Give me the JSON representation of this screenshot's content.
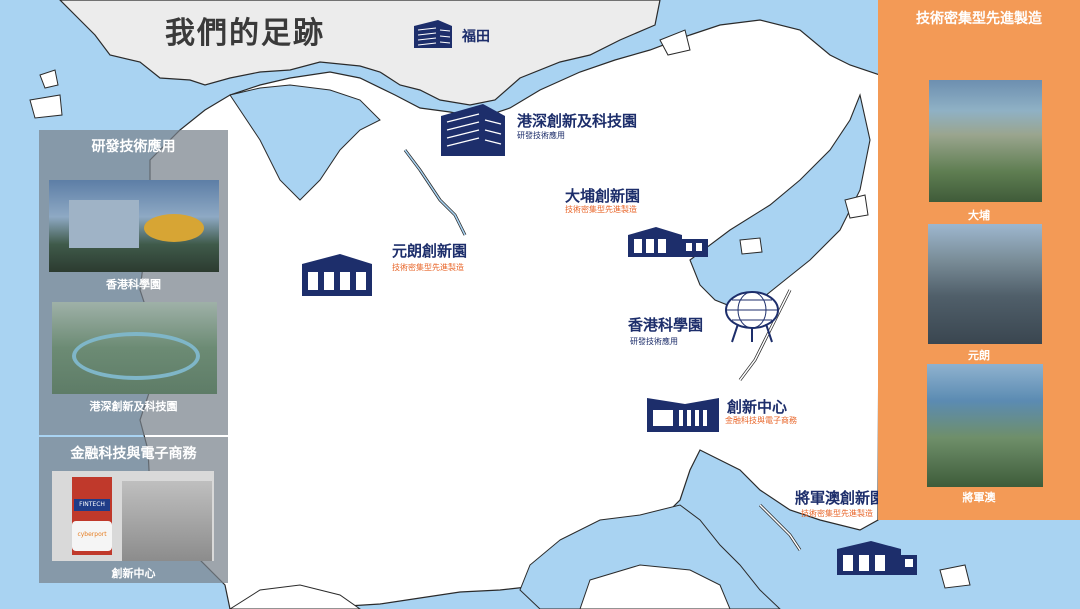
{
  "title": "我們的足跡",
  "colors": {
    "sea": "#a9d3f2",
    "land": "#ffffff",
    "north_land": "#ececec",
    "brand_navy": "#1d2e6b",
    "accent_orange": "#e8662a"
  },
  "sites": {
    "futian": {
      "name": "福田",
      "icon": "building-icon"
    },
    "hksz": {
      "name": "港深創新及科技園",
      "sub": "研發技術應用",
      "icon": "building-icon"
    },
    "taipo": {
      "name": "大埔創新園",
      "sub": "技術密集型先進製造",
      "icon": "factory-icon"
    },
    "yuenlong": {
      "name": "元朗創新園",
      "sub": "技術密集型先進製造",
      "icon": "factory-icon"
    },
    "sciencepark": {
      "name": "香港科學園",
      "sub": "研發技術應用",
      "icon": "golf-ball-icon"
    },
    "cyberport": {
      "name": "創新中心",
      "sub": "金融科技與電子商務",
      "icon": "building-icon"
    },
    "tko": {
      "name": "將軍澳創新園",
      "sub": "技術密集型先進製造",
      "icon": "factory-icon"
    }
  },
  "left_panel": {
    "rd_title": "研發技術應用",
    "rd_photos": [
      "香港科學園",
      "港深創新及科技園"
    ],
    "fin_title": "金融科技與電子商務",
    "fin_photos": [
      "創新中心"
    ],
    "sign_texts": [
      "FINTECH",
      "cyberport"
    ]
  },
  "right_panel": {
    "title": "技術密集型先進製造",
    "photos": [
      "大埔",
      "元朗",
      "將軍澳"
    ]
  }
}
